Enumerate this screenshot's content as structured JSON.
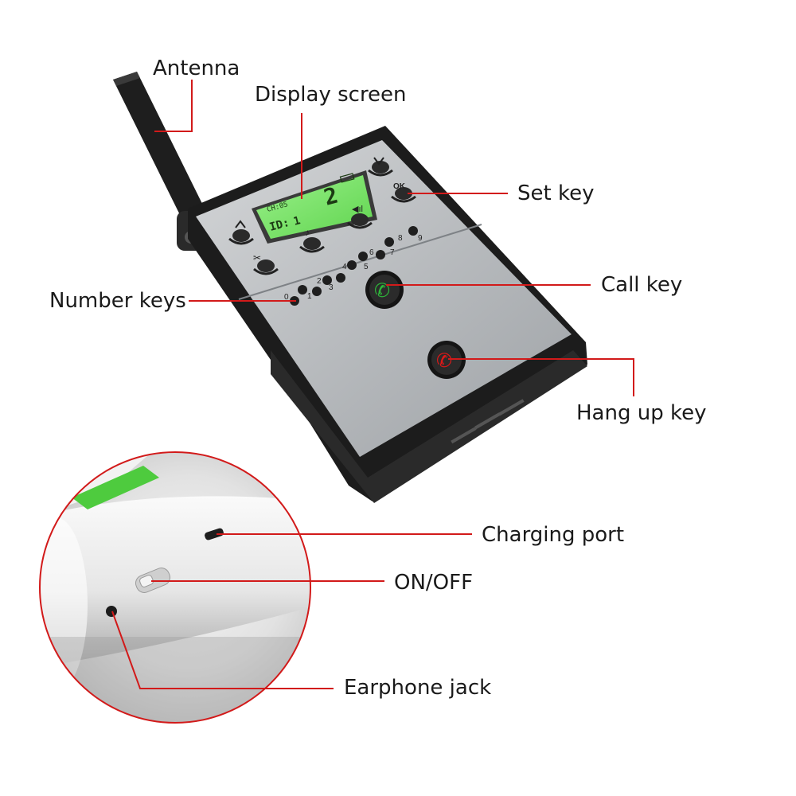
{
  "callouts": {
    "antenna": "Antenna",
    "display_screen": "Display screen",
    "set_key": "Set key",
    "call_key": "Call key",
    "number_keys": "Number keys",
    "hang_up_key": "Hang up key",
    "charging_port": "Charging port",
    "on_off": "ON/OFF",
    "earphone_jack": "Earphone jack"
  },
  "lcd": {
    "channel_text": "CH:05",
    "id_text": "ID:",
    "id_value": "1",
    "big_digit": "2"
  },
  "keys": {
    "ok_label": "OK",
    "number_labels": [
      "0",
      "1",
      "2",
      "3",
      "4",
      "5",
      "6",
      "7",
      "8",
      "9"
    ]
  },
  "colors": {
    "leader_line": "#d21a1a",
    "lcd_green": "#7be36a",
    "body_black": "#1c1c1c",
    "panel_silver": "#b5b8bb",
    "call_icon": "#2eb83a",
    "hangup_icon": "#e01818"
  }
}
